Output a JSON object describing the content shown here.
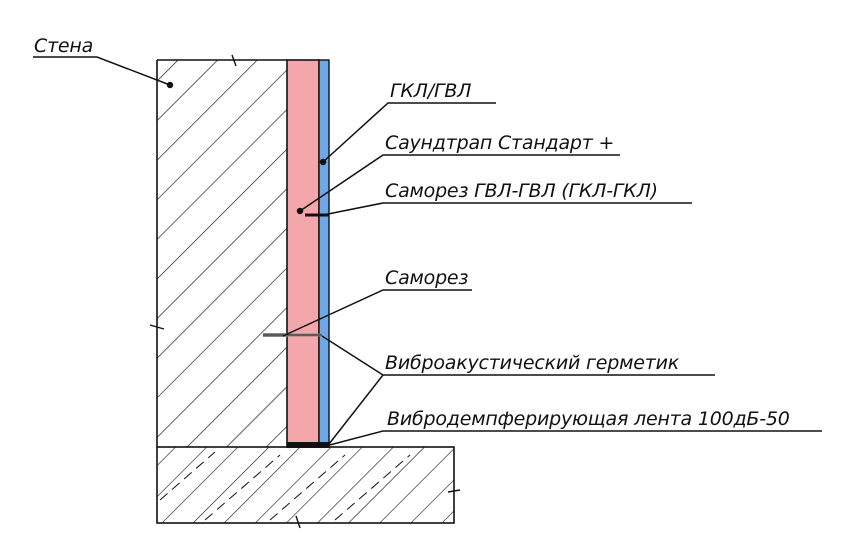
{
  "labels": {
    "wall": "Стена",
    "board": "ГКЛ/ГВЛ",
    "soundproof": "Саундтрап Стандарт +",
    "screw_board": "Саморез ГВЛ-ГВЛ (ГКЛ-ГКЛ)",
    "screw": "Саморез",
    "sealant": "Виброакустический герметик",
    "tape": "Вибродемпферирующая лента 100дБ-50"
  },
  "colors": {
    "soundproof_layer": "#f4a7aa",
    "board_layer": "#6fa8e6",
    "line": "#111111",
    "screw_gray": "#888888"
  }
}
